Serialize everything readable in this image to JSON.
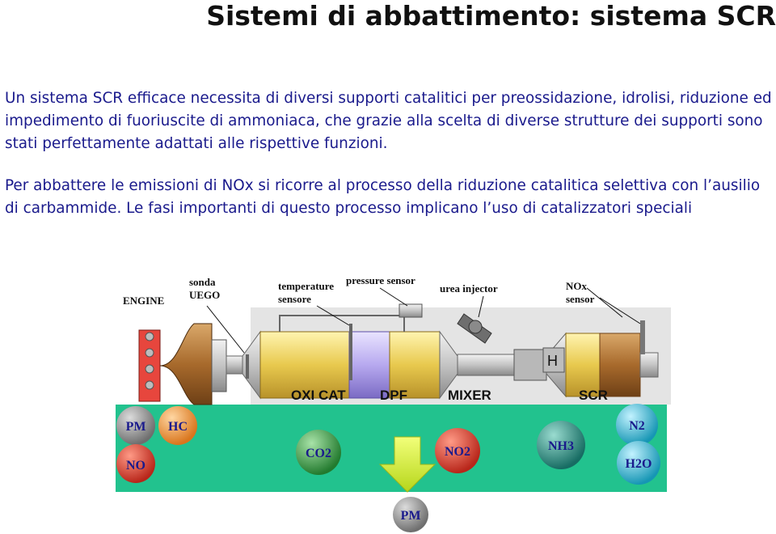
{
  "title": "Sistemi di abbattimento: sistema SCR",
  "paragraphs": [
    "Un sistema SCR efficace necessita di diversi supporti catalitici per preossidazione, idrolisi, riduzione ed impedimento di fuoriuscite di ammoniaca, che grazie alla scelta di diverse strutture dei supporti sono stati perfettamente adattati alle rispettive funzioni.",
    "Per abbattere le emissioni di NOx si ricorre al processo della riduzione catalitica selettiva con l’ausilio di carbammide. Le fasi importanti di questo processo implicano l’uso di catalizzatori speciali"
  ],
  "diagram": {
    "labels": {
      "engine": "ENGINE",
      "sonda_1": "sonda",
      "sonda_2": "UEGO",
      "temp_1": "temperature",
      "temp_2": "sensore",
      "pressure": "pressure sensor",
      "urea": "urea injector",
      "nox_1": "NOx",
      "nox_2": "sensor"
    },
    "sections": {
      "oxicat": "OXI CAT",
      "dpf": "DPF",
      "mixer": "MIXER",
      "scr": "SCR",
      "h": "H"
    },
    "species": {
      "pm": "PM",
      "hc": "HC",
      "no": "NO",
      "co2": "CO2",
      "no2": "NO2",
      "nh3": "NH3",
      "n2": "N2",
      "h2o": "H2O",
      "pm_out": "PM"
    },
    "colors": {
      "band": "#22c28e",
      "pm": "#8a8a8a",
      "hc": "#e88b2e",
      "no": "#d43a2a",
      "co2": "#2f8a3a",
      "no2": "#d43a2a",
      "nh3": "#1f7a70",
      "n2": "#1fa9c4",
      "h2o": "#1fa9c4",
      "arrow": "#d8ef3a"
    }
  }
}
